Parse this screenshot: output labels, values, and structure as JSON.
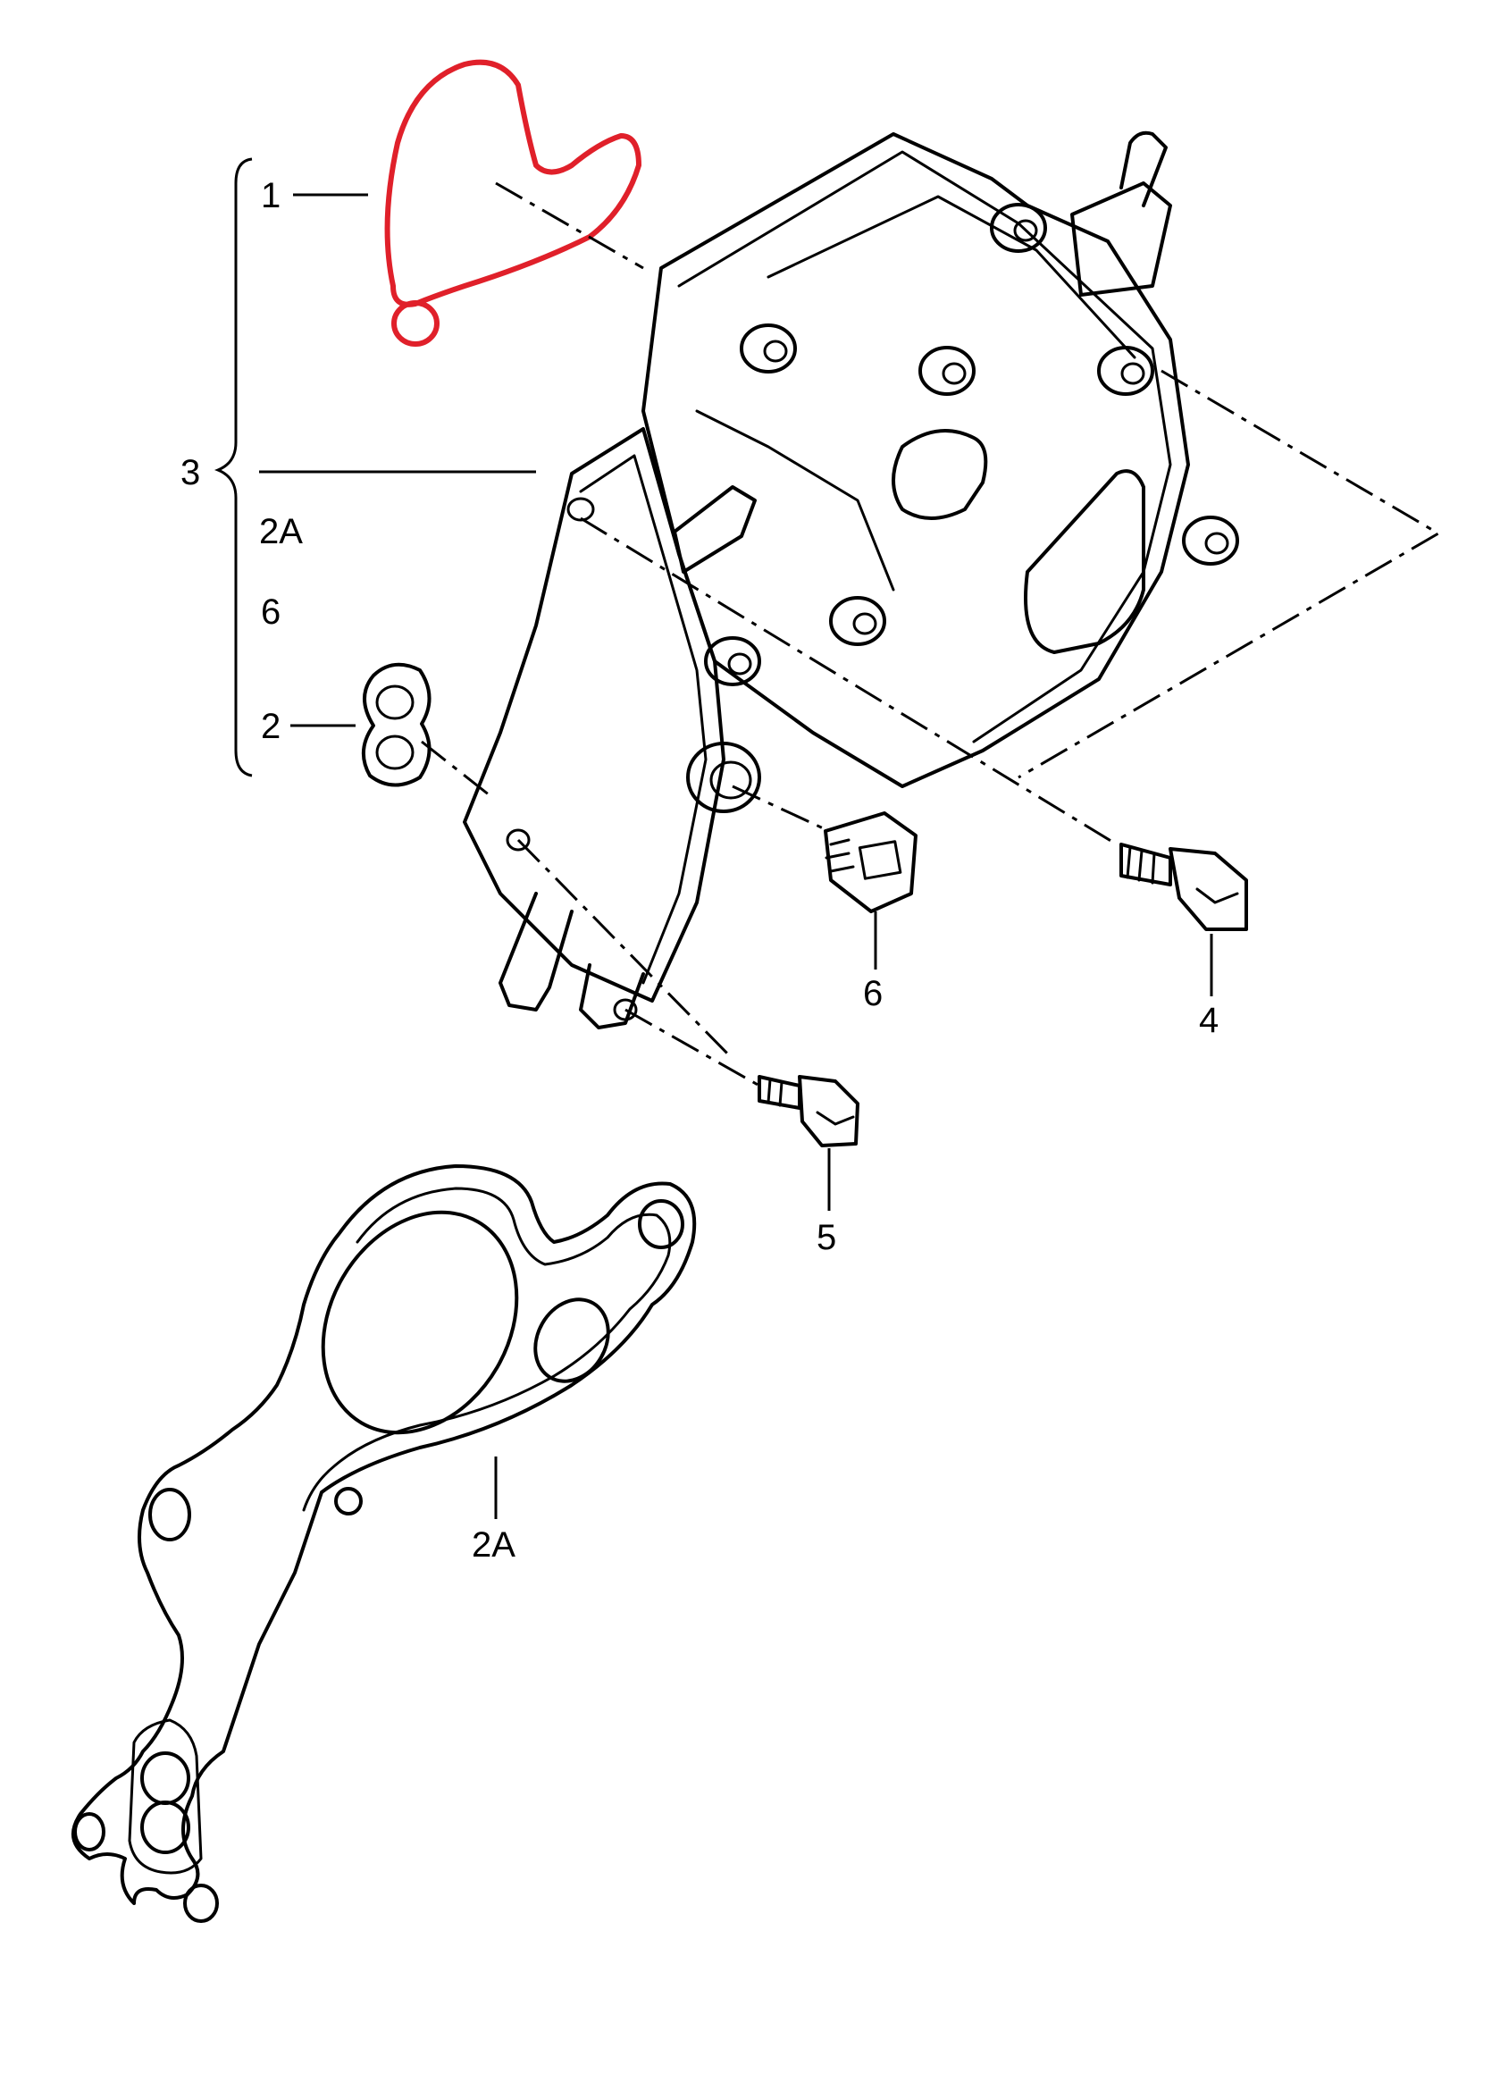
{
  "diagram": {
    "highlight_color": "#e0202a",
    "labels": {
      "l1": "1",
      "l3": "3",
      "l2A_group": "2A",
      "l6_group": "6",
      "l2": "2",
      "l6": "6",
      "l4": "4",
      "l5": "5",
      "l2A": "2A"
    }
  }
}
